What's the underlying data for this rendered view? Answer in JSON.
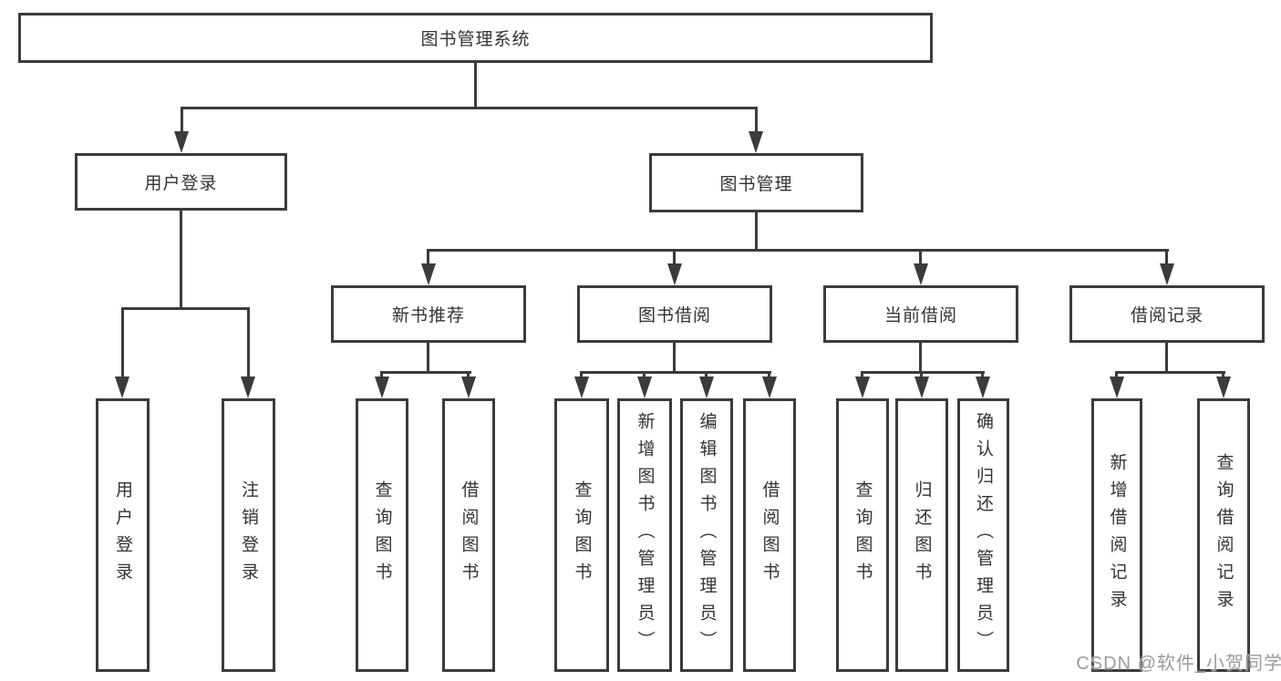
{
  "diagram": {
    "root": {
      "label": "图书管理系统"
    },
    "level2": {
      "user_login": {
        "label": "用户登录"
      },
      "book_mgmt": {
        "label": "图书管理"
      }
    },
    "level3": {
      "new_book_rec": {
        "label": "新书推荐"
      },
      "book_borrow": {
        "label": "图书借阅"
      },
      "current_borrow": {
        "label": "当前借阅"
      },
      "borrow_record": {
        "label": "借阅记录"
      }
    },
    "level4": {
      "user_login": {
        "label": "用户登录"
      },
      "logout": {
        "label": "注销登录"
      },
      "rec_query_book": {
        "label": "查询图书"
      },
      "rec_borrow_book": {
        "label": "借阅图书"
      },
      "bb_query_book": {
        "label": "查询图书"
      },
      "bb_add_book": {
        "label": "新增图书（管理员）"
      },
      "bb_edit_book": {
        "label": "编辑图书（管理员）"
      },
      "bb_borrow_book": {
        "label": "借阅图书"
      },
      "cb_query_book": {
        "label": "查询图书"
      },
      "cb_return_book": {
        "label": "归还图书"
      },
      "cb_confirm_return": {
        "label": "确认归还（管理员）"
      },
      "br_add_record": {
        "label": "新增借阅记录"
      },
      "br_query_record": {
        "label": "查询借阅记录"
      }
    },
    "watermark": "CSDN @软件_小贺同学",
    "colors": {
      "line": "#3b3b3b",
      "text": "#333333",
      "watermark": "#9b9b9b",
      "background": "#ffffff"
    }
  }
}
